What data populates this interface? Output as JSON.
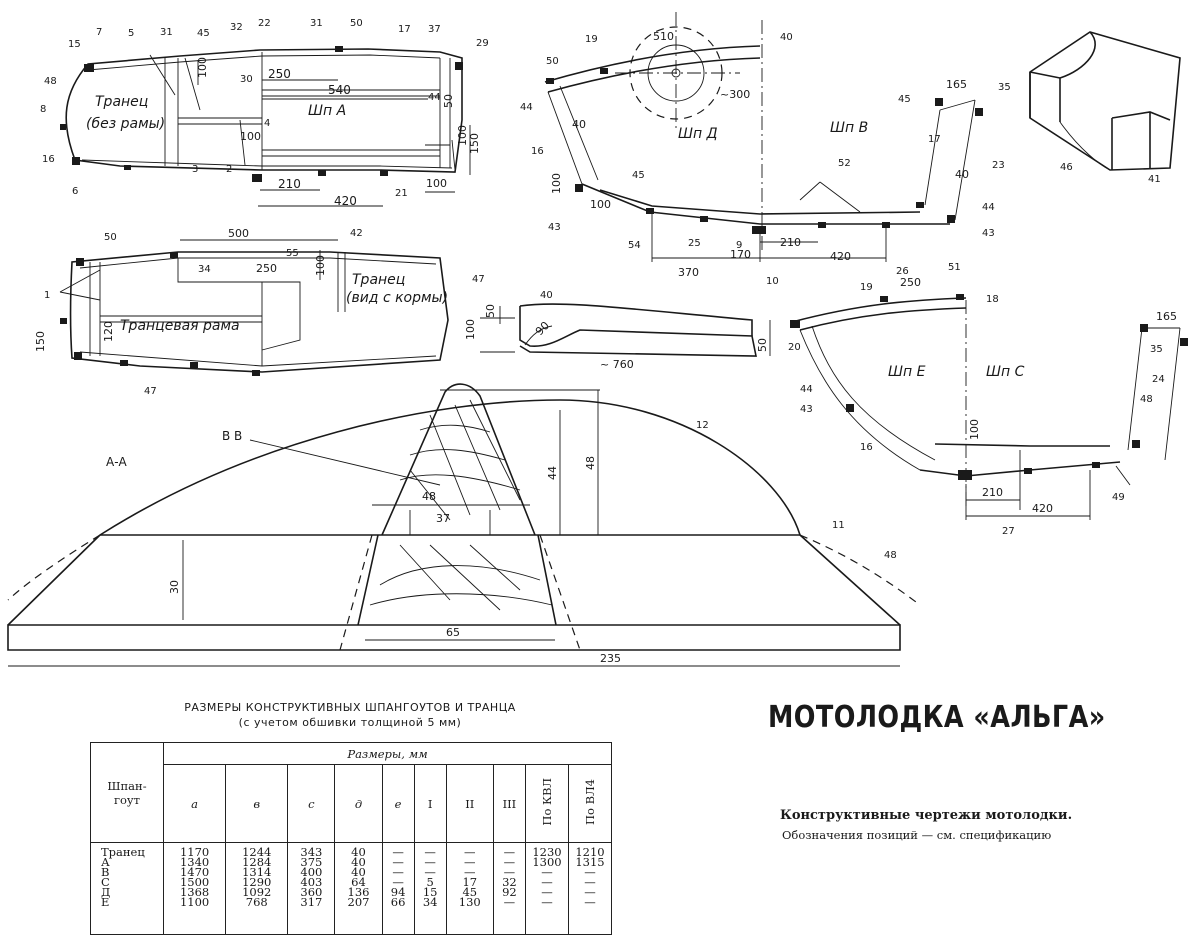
{
  "drawing": {
    "labels": {
      "transom_no_frame": [
        "Транец",
        "(без рамы)"
      ],
      "frame_A": "Шп А",
      "frame_D": "Шп Д",
      "frame_B": "Шп В",
      "frame_E": "Шп Е",
      "frame_C": "Шп С",
      "transom_frame": "Транцевая рама",
      "transom_from_stern": [
        "Транец",
        "(вид с кормы)"
      ],
      "section_AA": "А-А",
      "section_BB": "В В"
    },
    "dims": {
      "d100": "100",
      "d250": "250",
      "d540": "540",
      "d210": "210",
      "d420": "420",
      "d150": "150",
      "d50": "50",
      "d44": "44",
      "d510": "510",
      "d300": "~300",
      "d40": "40",
      "d165": "165",
      "d370": "370",
      "d170": "170",
      "d500": "500",
      "d120": "120",
      "d760": "~ 760",
      "d90": "90",
      "d48": "48",
      "d37": "37",
      "d30": "30",
      "d65": "65",
      "d235": "235"
    },
    "pos": {
      "p1": "1",
      "p2": "2",
      "p3": "3",
      "p4": "4",
      "p5": "5",
      "p6": "6",
      "p7": "7",
      "p8": "8",
      "p9": "9",
      "p10": "10",
      "p11": "11",
      "p12": "12",
      "p15": "15",
      "p16": "16",
      "p17": "17",
      "p18": "18",
      "p19": "19",
      "p20": "20",
      "p21": "21",
      "p22": "22",
      "p23": "23",
      "p24": "24",
      "p25": "25",
      "p26": "26",
      "p27": "27",
      "p29": "29",
      "p30": "30",
      "p31": "31",
      "p32": "32",
      "p34": "34",
      "p35": "35",
      "p37": "37",
      "p40": "40",
      "p41": "41",
      "p42": "42",
      "p43": "43",
      "p44": "44",
      "p45": "45",
      "p46": "46",
      "p47": "47",
      "p48": "48",
      "p49": "49",
      "p50": "50",
      "p51": "51",
      "p52": "52",
      "p54": "54",
      "p55": "55"
    }
  },
  "table": {
    "title_line1": "РАЗМЕРЫ КОНСТРУКТИВНЫХ ШПАНГОУТОВ И ТРАНЦА",
    "title_line2": "(с учетом обшивки толщиной 5 мм)",
    "frame_header": "Шпан-\nгоут",
    "sizes_header": "Размеры, мм",
    "columns": [
      "а",
      "в",
      "с",
      "д",
      "е",
      "I",
      "II",
      "III",
      "По КВЛ",
      "По ВЛ4"
    ],
    "row_names": "Транец\nА\nВ\nС\nД\nЕ",
    "col_values": [
      "1170\n1340\n1470\n1500\n1368\n1100",
      "1244\n1284\n1314\n1290\n1092\n768",
      "343\n375\n400\n403\n360\n317",
      "40\n40\n40\n64\n136\n207",
      "—\n—\n—\n—\n94\n66",
      "—\n—\n—\n5\n15\n34",
      "—\n—\n—\n17\n45\n130",
      "—\n—\n—\n32\n92\n—",
      "1230\n1300\n—\n—\n—\n—",
      "1210\n1315\n—\n—\n—\n—"
    ]
  },
  "title": "МОТОЛОДКА «АЛЬГА»",
  "subtitle": "Конструктивные чертежи мотолодки.",
  "note": "Обозначения позиций — см. спецификацию"
}
